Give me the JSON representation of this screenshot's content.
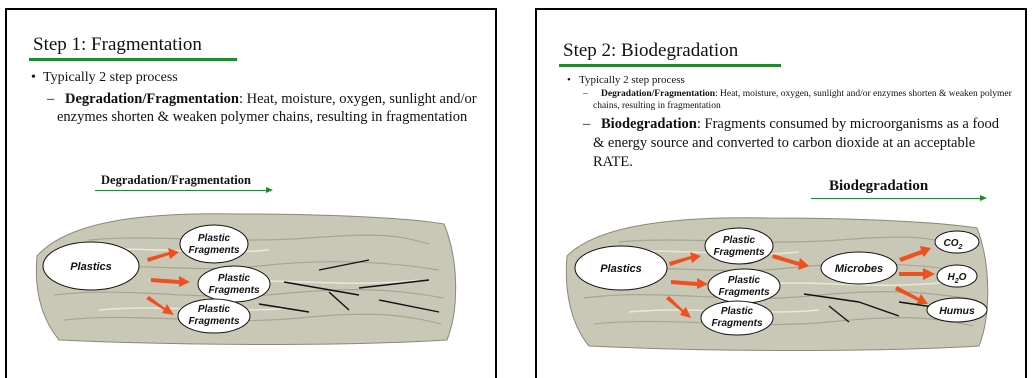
{
  "slide1": {
    "title": "Step 1: Fragmentation",
    "bullet": "Typically 2 step process",
    "sub1_bold": "Degradation/Fragmentation",
    "sub1_text": ": Heat, moisture, oxygen, sunlight and/or enzymes shorten & weaken polymer chains, resulting in fragmentation",
    "arrow_label": "Degradation/Fragmentation",
    "diagram": {
      "plastics": "Plastics",
      "fragment_line1": "Plastic",
      "fragment_line2": "Fragments"
    }
  },
  "slide2": {
    "title": "Step 2: Biodegradation",
    "bullet": "Typically 2 step process",
    "sub1_bold": "Degradation/Fragmentation",
    "sub1_text": ": Heat, moisture, oxygen, sunlight and/or enzymes shorten & weaken polymer chains, resulting in fragmentation",
    "sub2_bold": "Biodegradation",
    "sub2_text": ": Fragments consumed by microorganisms as a food & energy source and converted to carbon dioxide at an acceptable RATE.",
    "arrow_label": "Biodegradation",
    "diagram": {
      "plastics": "Plastics",
      "fragment_line1": "Plastic",
      "fragment_line2": "Fragments",
      "microbes": "Microbes",
      "co2_main": "CO",
      "co2_sub": "2",
      "h2o_h": "H",
      "h2o_sub": "2",
      "h2o_o": "O",
      "humus": "Humus"
    }
  },
  "colors": {
    "accent_green": "#1f8a2e",
    "arrow_orange": "#f0501e",
    "soil": "#c9c8b6"
  }
}
